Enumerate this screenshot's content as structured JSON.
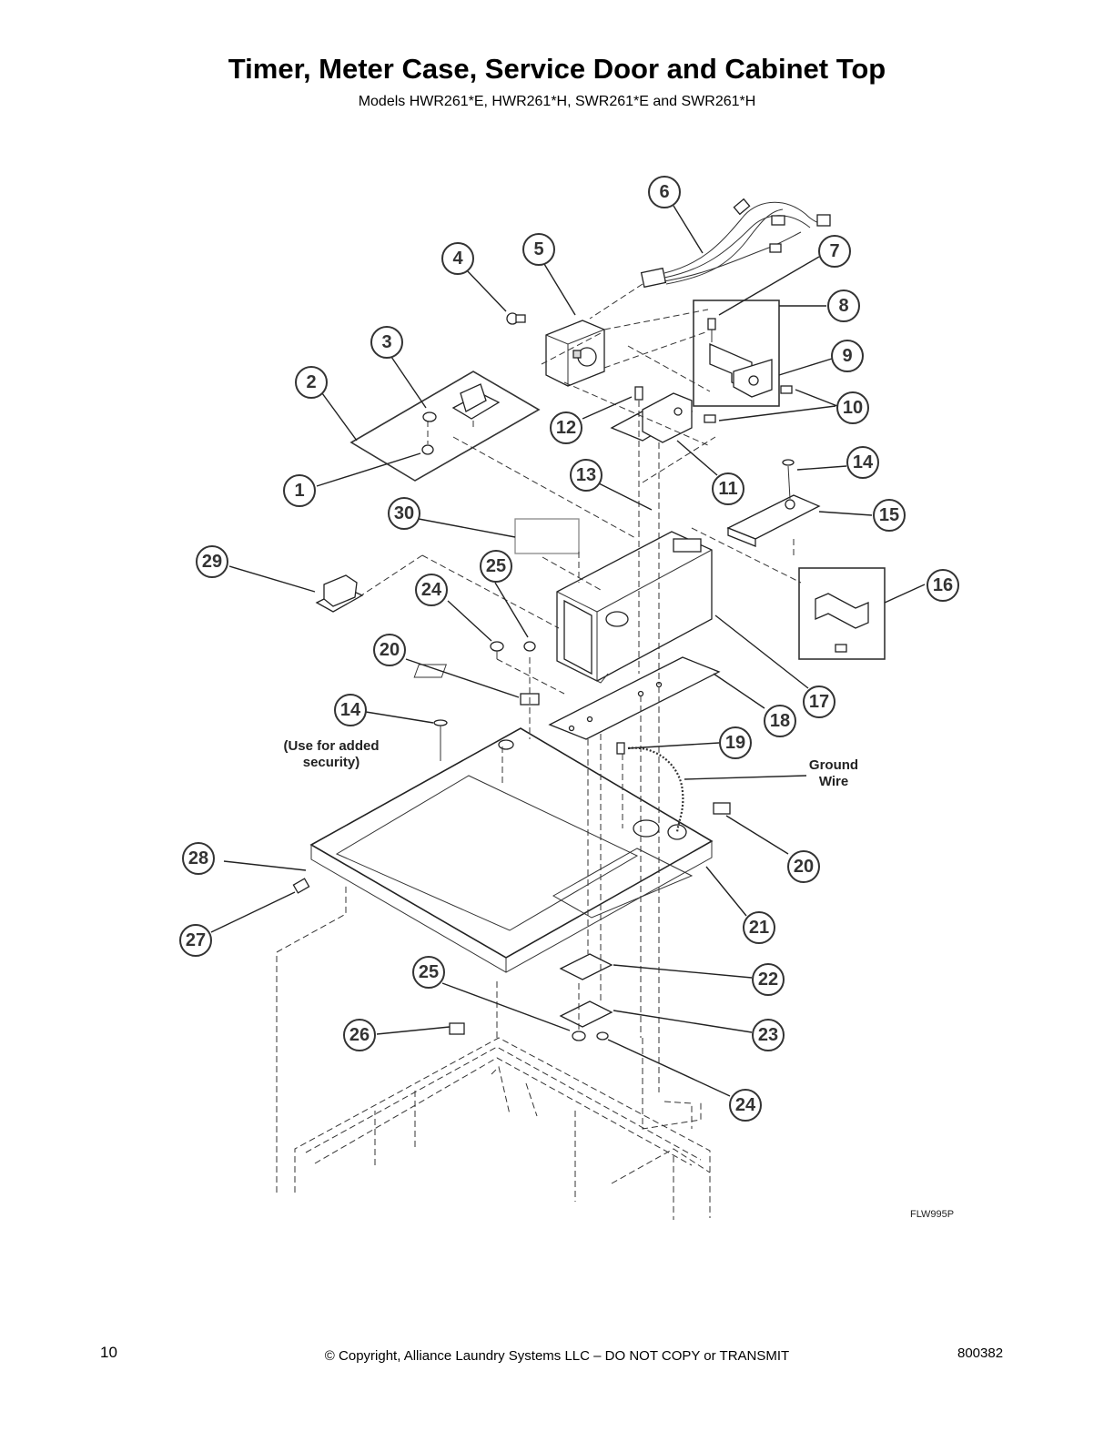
{
  "header": {
    "title": "Timer, Meter Case, Service Door and Cabinet Top",
    "subtitle": "Models HWR261*E, HWR261*H, SWR261*E and SWR261*H"
  },
  "diagram": {
    "callouts": [
      "1",
      "2",
      "3",
      "4",
      "5",
      "6",
      "7",
      "8",
      "9",
      "10",
      "11",
      "12",
      "13",
      "14",
      "15",
      "16",
      "17",
      "18",
      "19",
      "20",
      "21",
      "22",
      "23",
      "24",
      "25",
      "26",
      "27",
      "28",
      "29",
      "30"
    ],
    "annotations": {
      "security_note_line1": "(Use for added",
      "security_note_line2": "security)",
      "ground_wire_line1": "Ground",
      "ground_wire_line2": "Wire"
    },
    "figure_code": "FLW995P"
  },
  "footer": {
    "page_number": "10",
    "copyright": "© Copyright, Alliance Laundry Systems LLC – DO NOT COPY or TRANSMIT",
    "document_number": "800382"
  }
}
